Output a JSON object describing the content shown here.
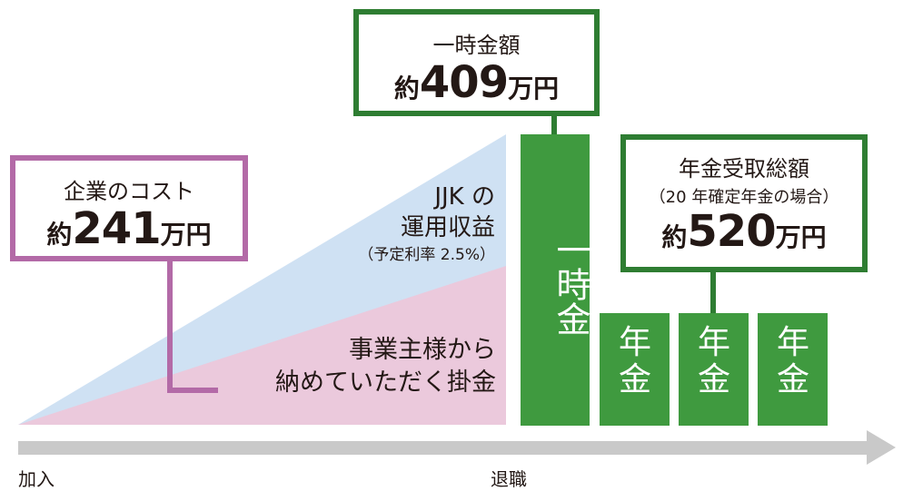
{
  "colors": {
    "purple": "#b36aa7",
    "green": "#2e7d32",
    "bar_green": "#3f9a3f",
    "blue_area": "#cfe1f3",
    "pink_area": "#ebc9dc",
    "axis_gray": "#c9c9c9"
  },
  "company_cost": {
    "label": "企業のコスト",
    "prefix": "約",
    "amount": "241",
    "unit": "万円"
  },
  "lump_sum": {
    "label": "一時金額",
    "prefix": "約",
    "amount": "409",
    "unit": "万円"
  },
  "pension_total": {
    "label": "年金受取総額",
    "note": "（20 年確定年金の場合）",
    "prefix": "約",
    "amount": "520",
    "unit": "万円"
  },
  "investment": {
    "line1": "JJK の",
    "line2": "運用収益",
    "note": "（予定利率 2.5%）"
  },
  "contribution": {
    "line1": "事業主様から",
    "line2": "納めていただく掛金"
  },
  "bars": {
    "lump_label": "一時金",
    "pension_labels": [
      "年金",
      "年金",
      "年金"
    ]
  },
  "axis": {
    "start": "加入",
    "retire": "退職"
  }
}
